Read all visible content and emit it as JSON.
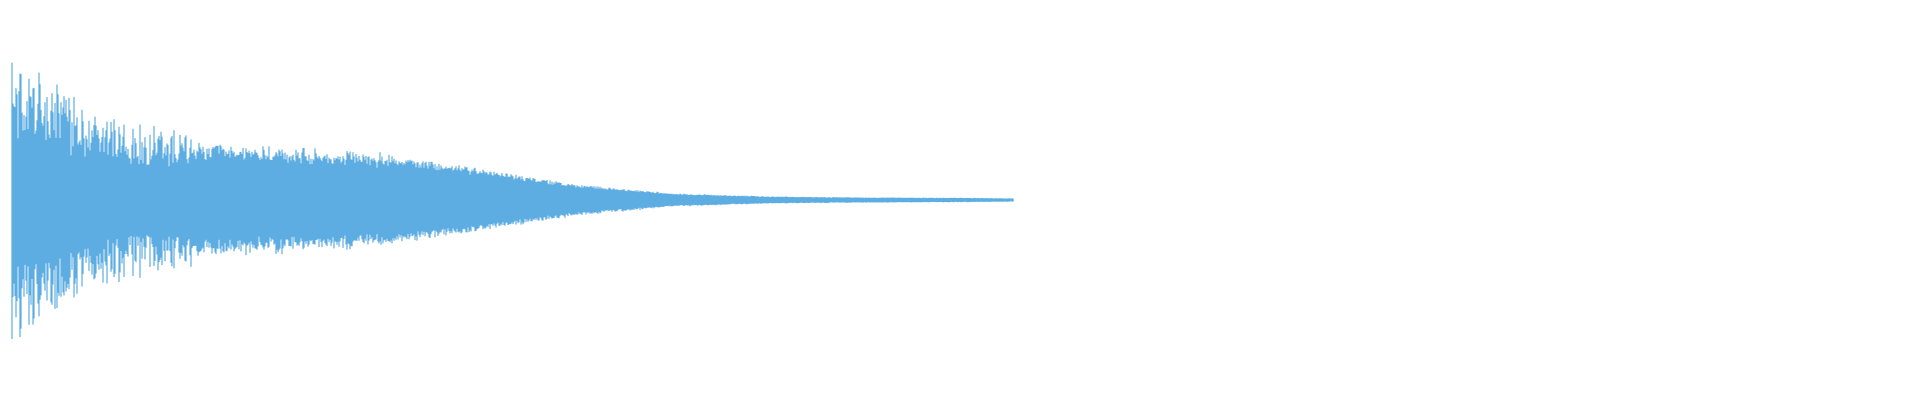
{
  "waveform": {
    "color": "#5dade2",
    "background": "#ffffff",
    "sound_fraction": 0.525,
    "envelope": [
      [
        0.0,
        0.64
      ],
      [
        0.004,
        0.55
      ],
      [
        0.01,
        0.48
      ],
      [
        0.03,
        0.4
      ],
      [
        0.06,
        0.3
      ],
      [
        0.1,
        0.24
      ],
      [
        0.15,
        0.22
      ],
      [
        0.2,
        0.2
      ],
      [
        0.25,
        0.14
      ],
      [
        0.3,
        0.07
      ],
      [
        0.35,
        0.03
      ],
      [
        0.4,
        0.016
      ],
      [
        0.45,
        0.012
      ],
      [
        0.5,
        0.01
      ],
      [
        0.525,
        0.008
      ]
    ]
  }
}
